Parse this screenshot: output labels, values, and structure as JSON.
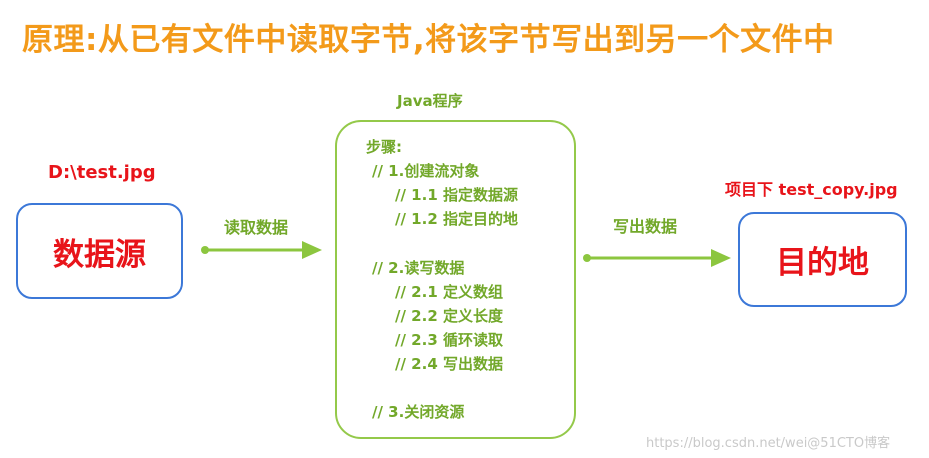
{
  "title": "原理:从已有文件中读取字节,将该字节写出到另一个文件中",
  "source": {
    "path": "D:\\test.jpg",
    "label": "数据源"
  },
  "target": {
    "path": "项目下 test_copy.jpg",
    "label": "目的地"
  },
  "program": {
    "label": "Java程序",
    "steps": [
      "步骤:",
      "// 1.创建流对象",
      "// 1.1 指定数据源",
      "// 1.2 指定目的地",
      "// 2.读写数据",
      "// 2.1 定义数组",
      "// 2.2 定义长度",
      "// 2.3 循环读取",
      "// 2.4 写出数据",
      "// 3.关闭资源"
    ]
  },
  "edges": {
    "read_label": "读取数据",
    "write_label": "写出数据"
  },
  "watermark": "https://blog.csdn.net/wei@51CTO博客",
  "colors": {
    "title": "#f39a1a",
    "path_text": "#e8141a",
    "node_border": "#3c78d8",
    "node_text": "#e8141a",
    "program_green": "#72a82a",
    "program_border": "#94c94a",
    "arrow": "#8cc63f"
  }
}
